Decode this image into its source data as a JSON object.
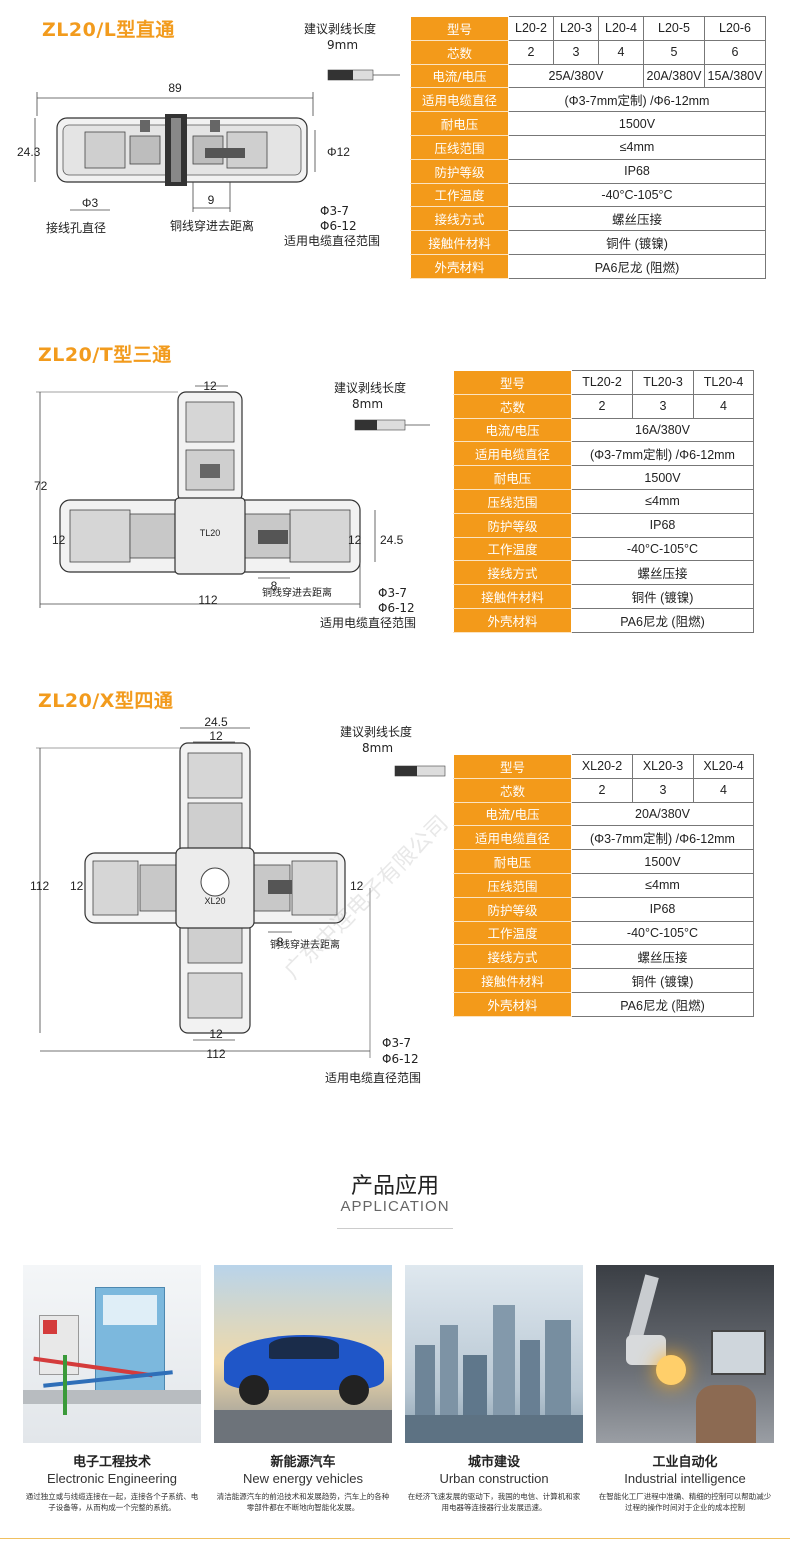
{
  "sections": [
    {
      "title": "ZL20/L型直通",
      "strip_label": "建议剥线长度",
      "strip_value": "9mm",
      "dims": {
        "length": "89",
        "height": "24.3",
        "right_dia": "Φ12",
        "hole": "Φ3",
        "inner": "9"
      },
      "annotations": {
        "hole_label": "接线孔直径",
        "copper_label": "铜线穿进去距离",
        "range1": "Φ3-7",
        "range2": "Φ6-12",
        "range_label": "适用电缆直径范围"
      },
      "table": {
        "rows": [
          {
            "label": "型号",
            "cells": [
              "L20-2",
              "L20-3",
              "L20-4",
              "L20-5",
              "L20-6"
            ]
          },
          {
            "label": "芯数",
            "cells": [
              "2",
              "3",
              "4",
              "5",
              "6"
            ]
          },
          {
            "label": "电流/电压",
            "cells": [
              "25A/380V",
              "20A/380V",
              "15A/380V"
            ]
          },
          {
            "label": "适用电缆直径",
            "cells": [
              "(Φ3-7mm定制) /Φ6-12mm"
            ]
          },
          {
            "label": "耐电压",
            "cells": [
              "1500V"
            ]
          },
          {
            "label": "压线范围",
            "cells": [
              "≤4mm"
            ]
          },
          {
            "label": "防护等级",
            "cells": [
              "IP68"
            ]
          },
          {
            "label": "工作温度",
            "cells": [
              "-40°C-105°C"
            ]
          },
          {
            "label": "接线方式",
            "cells": [
              "螺丝压接"
            ]
          },
          {
            "label": "接触件材料",
            "cells": [
              "铜件 (镀镍)"
            ]
          },
          {
            "label": "外壳材料",
            "cells": [
              "PA6尼龙 (阻燃)"
            ]
          }
        ]
      }
    },
    {
      "title": "ZL20/T型三通",
      "strip_label": "建议剥线长度",
      "strip_value": "8mm",
      "dims": {
        "top": "12",
        "height": "72",
        "left": "12",
        "right": "12",
        "right_h": "24.5",
        "inner": "8",
        "width": "112",
        "mark": "TL20"
      },
      "annotations": {
        "copper_label": "铜线穿进去距离",
        "range1": "Φ3-7",
        "range2": "Φ6-12",
        "range_label": "适用电缆直径范围"
      },
      "table": {
        "rows": [
          {
            "label": "型号",
            "cells": [
              "TL20-2",
              "TL20-3",
              "TL20-4"
            ]
          },
          {
            "label": "芯数",
            "cells": [
              "2",
              "3",
              "4"
            ]
          },
          {
            "label": "电流/电压",
            "cells": [
              "16A/380V"
            ]
          },
          {
            "label": "适用电缆直径",
            "cells": [
              "(Φ3-7mm定制) /Φ6-12mm"
            ]
          },
          {
            "label": "耐电压",
            "cells": [
              "1500V"
            ]
          },
          {
            "label": "压线范围",
            "cells": [
              "≤4mm"
            ]
          },
          {
            "label": "防护等级",
            "cells": [
              "IP68"
            ]
          },
          {
            "label": "工作温度",
            "cells": [
              "-40°C-105°C"
            ]
          },
          {
            "label": "接线方式",
            "cells": [
              "螺丝压接"
            ]
          },
          {
            "label": "接触件材料",
            "cells": [
              "铜件 (镀镍)"
            ]
          },
          {
            "label": "外壳材料",
            "cells": [
              "PA6尼龙 (阻燃)"
            ]
          }
        ]
      }
    },
    {
      "title": "ZL20/X型四通",
      "strip_label": "建议剥线长度",
      "strip_value": "8mm",
      "dims": {
        "top_w": "24.5",
        "top": "12",
        "height": "112",
        "left": "12",
        "right": "12",
        "inner": "8",
        "bottom": "12",
        "width": "112",
        "mark": "XL20"
      },
      "annotations": {
        "copper_label": "铜线穿进去距离",
        "range1": "Φ3-7",
        "range2": "Φ6-12",
        "range_label": "适用电缆直径范围"
      },
      "table": {
        "rows": [
          {
            "label": "型号",
            "cells": [
              "XL20-2",
              "XL20-3",
              "XL20-4"
            ]
          },
          {
            "label": "芯数",
            "cells": [
              "2",
              "3",
              "4"
            ]
          },
          {
            "label": "电流/电压",
            "cells": [
              "20A/380V"
            ]
          },
          {
            "label": "适用电缆直径",
            "cells": [
              "(Φ3-7mm定制) /Φ6-12mm"
            ]
          },
          {
            "label": "耐电压",
            "cells": [
              "1500V"
            ]
          },
          {
            "label": "压线范围",
            "cells": [
              "≤4mm"
            ]
          },
          {
            "label": "防护等级",
            "cells": [
              "IP68"
            ]
          },
          {
            "label": "工作温度",
            "cells": [
              "-40°C-105°C"
            ]
          },
          {
            "label": "接线方式",
            "cells": [
              "螺丝压接"
            ]
          },
          {
            "label": "接触件材料",
            "cells": [
              "铜件 (镀镍)"
            ]
          },
          {
            "label": "外壳材料",
            "cells": [
              "PA6尼龙 (阻燃)"
            ]
          }
        ]
      }
    }
  ],
  "watermark": "广东中连电子有限公司",
  "application": {
    "title": "产品应用",
    "subtitle": "APPLICATION",
    "cards": [
      {
        "title": "电子工程技术",
        "en": "Electronic Engineering",
        "desc": "通过独立或与线缆连接在一起，连接各个子系统、电子设备等，从而构成一个完整的系统。"
      },
      {
        "title": "新能源汽车",
        "en": "New energy vehicles",
        "desc": "清洁能源汽车的前沿技术和发展趋势，汽车上的各种零部件都在不断地向智能化发展。"
      },
      {
        "title": "城市建设",
        "en": "Urban construction",
        "desc": "在经济飞速发展的驱动下，我国的电信、计算机和家用电器等连接器行业发展迅速。"
      },
      {
        "title": "工业自动化",
        "en": "Industrial intelligence",
        "desc": "在智能化工厂进程中准确、精细的控制可以帮助减少过程的操作时间对于企业的成本控制"
      }
    ]
  }
}
